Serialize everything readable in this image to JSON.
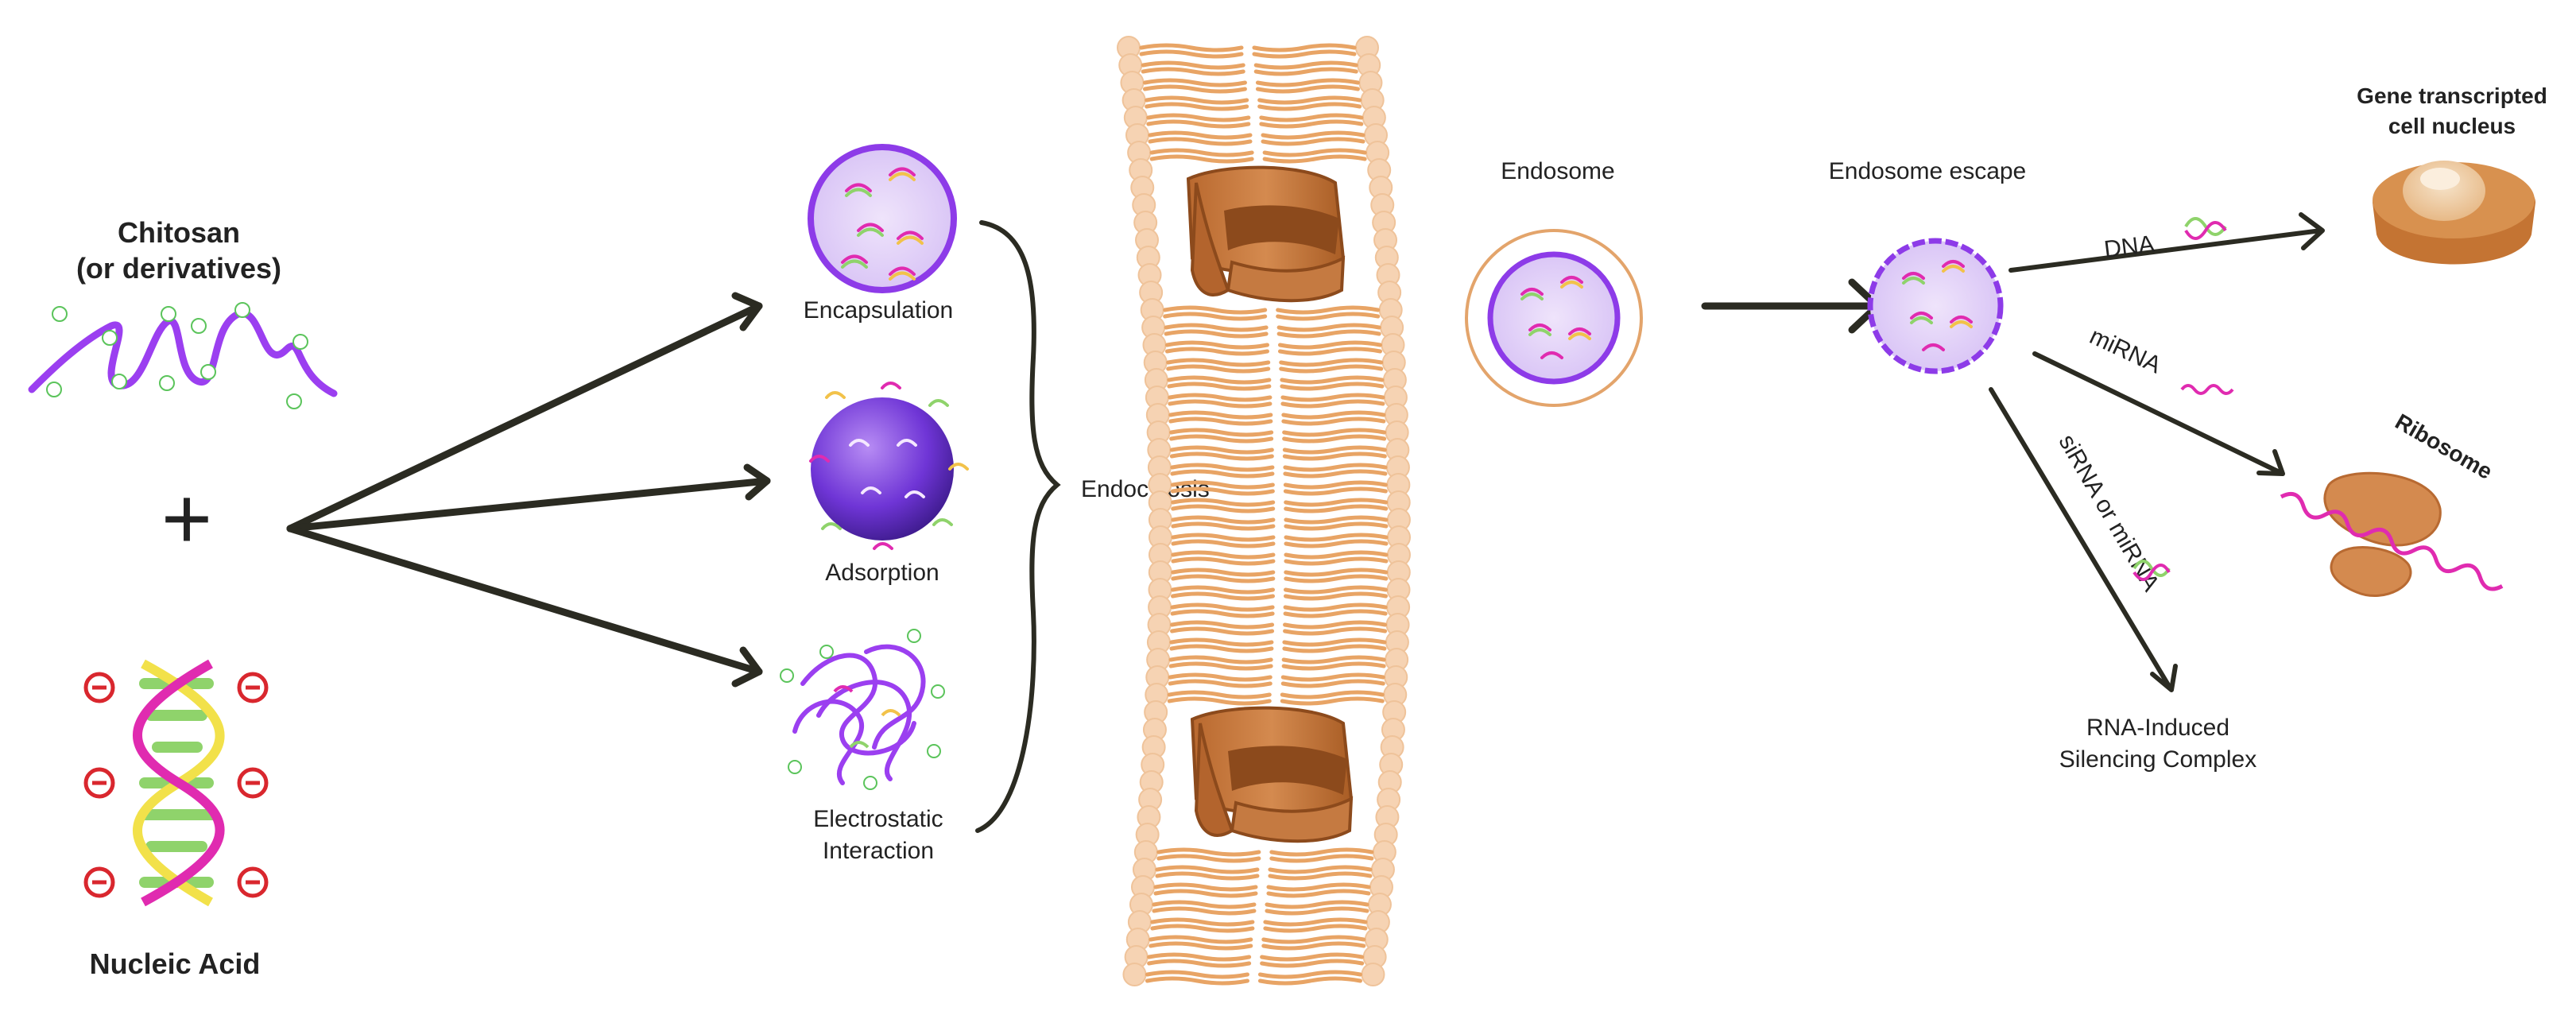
{
  "inputs": {
    "chitosan_line1": "Chitosan",
    "chitosan_line2": "(or derivatives)",
    "plus_sign": "+",
    "nucleic_acid": "Nucleic Acid"
  },
  "complex_types": {
    "encapsulation": "Encapsulation",
    "adsorption": "Adsorption",
    "electrostatic_line1": "Electrostatic",
    "electrostatic_line2": "Interaction"
  },
  "uptake": {
    "endocytosis": "Endocytosis",
    "endosome": "Endosome",
    "endosome_escape": "Endosome escape"
  },
  "outcomes": {
    "dna": "DNA",
    "mirna": "miRNA",
    "sirna_or_mirna": "siRNA or miRNA",
    "nucleus_line1": "Gene transcripted",
    "nucleus_line2": "cell nucleus",
    "ribosome": "Ribosome",
    "risc_line1": "RNA-Induced",
    "risc_line2": "Silencing Complex"
  },
  "colors": {
    "chitosan_purple": "#9b3ff0",
    "membrane_lipid": "#f6d3b3",
    "channel_protein": "#c77a40",
    "na_positive_green": "#5bc45b",
    "na_negative_red": "#d9272e",
    "helix_yellow": "#f2e14a",
    "helix_magenta": "#e02bb0",
    "arrow_dark": "#2b2b22"
  },
  "icons": [
    "plus-icon",
    "dna-helix-icon",
    "cell-nucleus-icon",
    "ribosome-icon",
    "arrow-icon",
    "membrane-channel-icon"
  ]
}
